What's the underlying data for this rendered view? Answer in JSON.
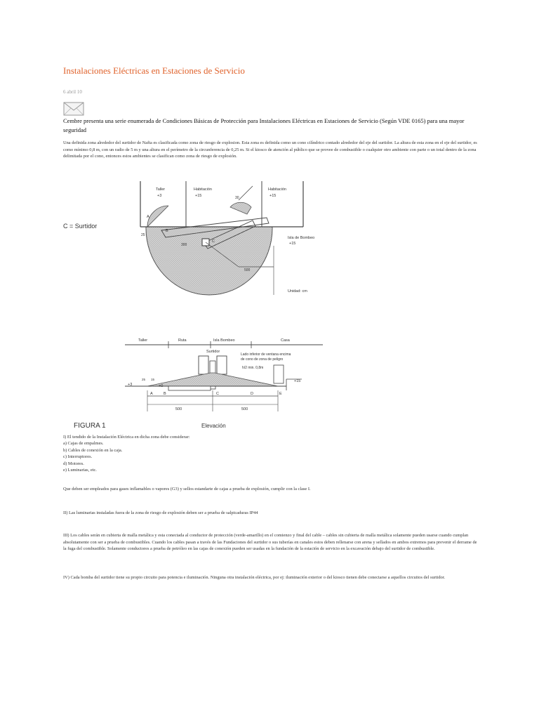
{
  "page": {
    "title": "Instalaciones Eléctricas en Estaciones de Servicio",
    "date": "6 abril 10",
    "intro": "Cembre presenta una serie enumerada de Condiciones Básicas de Protección para Instalaciones Eléctricas en Estaciones de Servicio (Según VDE 0165) para una mayor seguridad",
    "para1": "Una definida zona alrededor del surtidor de Nafta es clasificada como zona de riesgo de explosion. Esta zona es definida como un cono cilíndrico contado alrededor del eje del surtidor. La altura de esta zona en el eje del surtidor, es como mínimo 0,8 m, con un radio de 5 m y una altura en el perímetro de la circunferencia de 0,25 m. Si el kiosco de atención al público que se provee de combustible o cualquier otro ambiente con parte o un total dentro de la zona delimitada por el cono, entonces estos ambientes se clasifican como zona de riesgo de explosión."
  },
  "figure": {
    "plan": {
      "legend_c": "C = Surtidor",
      "taller_label": "Taller",
      "taller_level": "+3",
      "habitacion1_label": "Habitación",
      "habitacion1_level": "+15",
      "habitacion2_label": "Habitación",
      "habitacion2_level": "+15",
      "isla_label": "Isla de Bombeo",
      "isla_level": "+15",
      "unit_label": "Unidad: cm",
      "point_a": "A",
      "point_b": "B",
      "point_c": "C",
      "dim_25": "25",
      "dim_30": "30",
      "dim_300": "300",
      "dim_500": "500"
    },
    "elevation": {
      "taller": "Taller",
      "ruta": "Ruta",
      "isla": "Isla Bombeo",
      "casa": "Casa",
      "surtidor": "Surtidor",
      "note_line1": "Lado inferior de ventana encima",
      "note_line2": "de cono de zona de peligro",
      "h_label": "h/2 min. 0,8m",
      "level_left": "+3",
      "level_center": "+0",
      "level_right": "+15",
      "dim_25": "25",
      "dim_15": "15",
      "pt_a": "A",
      "pt_b": "B",
      "pt_c": "C",
      "pt_d": "D",
      "pt_e": "E",
      "dim_500_left": "500",
      "dim_500_right": "500"
    },
    "caption_left": "FIGURA 1",
    "caption_right": "Elevación"
  },
  "list": {
    "heading": "I) El tendido de la Instalación Eléctrica en dicha zona debe considerar:",
    "items": [
      "a) Cajas de empalmes.",
      "b) Cables de conexión en la caja.",
      "c) Interruptores.",
      "d) Motores.",
      "e) Luminarias, etc."
    ]
  },
  "paras": {
    "p2": "Que deben ser empleados para gases inflamables o vapores (G3) y sellos estandarte de cajas a prueba de explosión, cumplir con la clase I.",
    "p3": "II) Las luminarias instaladas fuera de la zona de riesgo de explosión deben ser a prueba de salpicaduras IP44",
    "p4": "III) Los cables serán en cubierta de malla metálica y esta conectada al conductor de protección (verde-amarillo) en el comienzo y final del cable – cables sin cubierta de malla metálica solamente pueden usarse cuando cumplan absolutamente con ser a prueba de combustibles. Cuando los cables pasan a través de las Fundaciones del surtidor o sus tuberías en canales estos deben rellenarse con arena y sellados en ambos extremos para prevenir el derrame de la fuga del combustible. Solamente conductores a prueba de petróleo en las cajas de conexión pueden ser usadas en la fundación de la estación de servicio en la excavación debajo del surtidor de combustible.",
    "p5": "IV) Cada bomba del surtidor tiene su propio circuito para potencia e iluminación. Ninguna otra instalación eléctrica, por ej: iluminación exterior o del kiosco tienen debe conectarse a aquellos circuitos del surtidor."
  },
  "colors": {
    "title": "#e0622b",
    "text": "#222222",
    "line": "#444444",
    "zone": "#b8b8b8"
  }
}
